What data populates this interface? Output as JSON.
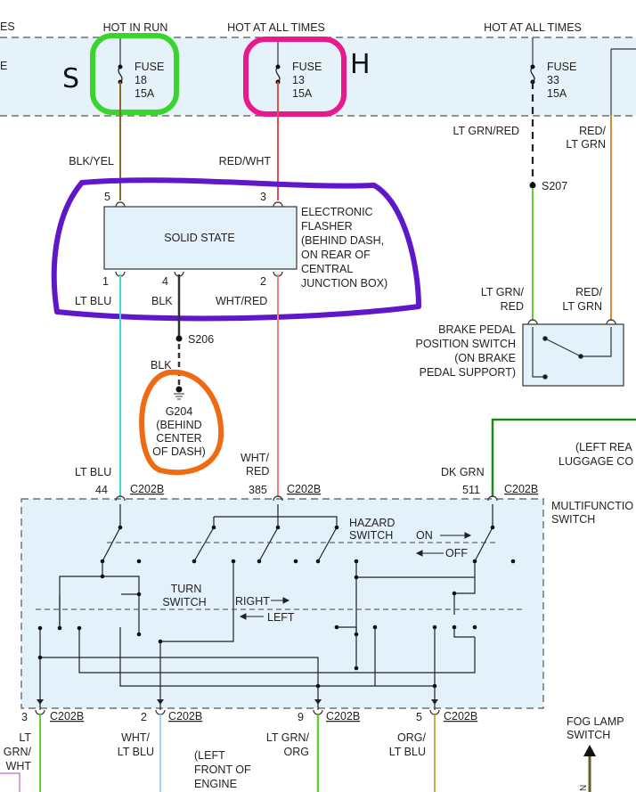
{
  "power_bus": {
    "left_edge_fragment_top": "ES",
    "left_edge_fragment_mid": "E",
    "sources": [
      {
        "label": "HOT IN RUN",
        "fuse_label": "FUSE",
        "number": "18",
        "rating": "15A",
        "handwritten": "S",
        "highlight_color": "#39d42d"
      },
      {
        "label": "HOT AT ALL TIMES",
        "fuse_label": "FUSE",
        "number": "13",
        "rating": "15A",
        "handwritten": "H",
        "highlight_color": "#e8198c"
      },
      {
        "label": "HOT AT ALL TIMES",
        "fuse_label": "FUSE",
        "number": "33",
        "rating": "15A"
      }
    ]
  },
  "flasher": {
    "wire_in_left": "BLK/YEL",
    "wire_in_right": "RED/WHT",
    "pin_in_left": "5",
    "pin_in_right": "3",
    "box_label": "SOLID STATE",
    "description": [
      "ELECTRONIC",
      "FLASHER",
      "(BEHIND DASH,",
      "ON REAR OF",
      "CENTRAL",
      "JUNCTION BOX)"
    ],
    "pin_out_1": "1",
    "pin_out_4": "4",
    "pin_out_2": "2",
    "wire_out_1": "LT BLU",
    "wire_out_4": "BLK",
    "wire_out_2": "WHT/RED",
    "highlight_color": "#5e17c9"
  },
  "ground": {
    "splice": "S206",
    "wire": "BLK",
    "label": [
      "G204",
      "(BEHIND",
      "CENTER",
      "OF DASH)"
    ],
    "highlight_color": "#f06a13"
  },
  "brake": {
    "wire_top": "LT GRN/RED",
    "splice": "S207",
    "wire_right_top": [
      "RED/",
      "LT GRN"
    ],
    "wire_left_bottom": [
      "LT GRN/",
      "RED"
    ],
    "wire_right_bottom": [
      "RED/",
      "LT GRN"
    ],
    "switch_label": [
      "BRAKE PEDAL",
      "POSITION SWITCH",
      "(ON BRAKE",
      "PEDAL SUPPORT)"
    ]
  },
  "luggage_ref": [
    "(LEFT REA",
    "LUGGAGE CO"
  ],
  "multifunction": {
    "label": [
      "MULTIFUNCTIO",
      "SWITCH"
    ],
    "top_wires": [
      {
        "wire": "LT BLU",
        "pin": "44",
        "connector": "C202B"
      },
      {
        "wire": [
          "WHT/",
          "RED"
        ],
        "pin": "385",
        "connector": "C202B"
      },
      {
        "wire": "DK GRN",
        "pin": "511",
        "connector": "C202B"
      }
    ],
    "hazard_label": [
      "HAZARD",
      "SWITCH"
    ],
    "hazard_on": "ON",
    "hazard_off": "OFF",
    "turn_label": [
      "TURN",
      "SWITCH"
    ],
    "turn_right": "RIGHT",
    "turn_left": "LEFT",
    "bottom_wires": [
      {
        "pin": "3",
        "connector": "C202B",
        "wire": [
          "LT",
          "GRN/",
          "WHT"
        ]
      },
      {
        "pin": "2",
        "connector": "C202B",
        "wire": [
          "WHT/",
          "LT BLU"
        ]
      },
      {
        "pin": "9",
        "connector": "C202B",
        "wire": [
          "LT GRN/",
          "ORG"
        ]
      },
      {
        "pin": "5",
        "connector": "C202B",
        "wire": [
          "ORG/",
          "LT BLU"
        ]
      }
    ]
  },
  "front_engine_ref": [
    "(LEFT",
    "FRONT OF",
    "ENGINE"
  ],
  "fog_lamp": {
    "label": [
      "FOG LAMP",
      "SWITCH"
    ],
    "pin": "N"
  },
  "wire_colors": {
    "blk_yel": "#8a6a2a",
    "red_wht": "#e05050",
    "lt_blu": "#40d8e0",
    "blk": "#333333",
    "wht_red": "#f08080",
    "lt_grn": "#66cc33",
    "red_lt_grn": "#d98a3a",
    "dk_grn": "#1e8a1e",
    "org": "#d4a017",
    "bus_fill": "#e6f2fa",
    "box_fill": "#e3f1fa"
  }
}
